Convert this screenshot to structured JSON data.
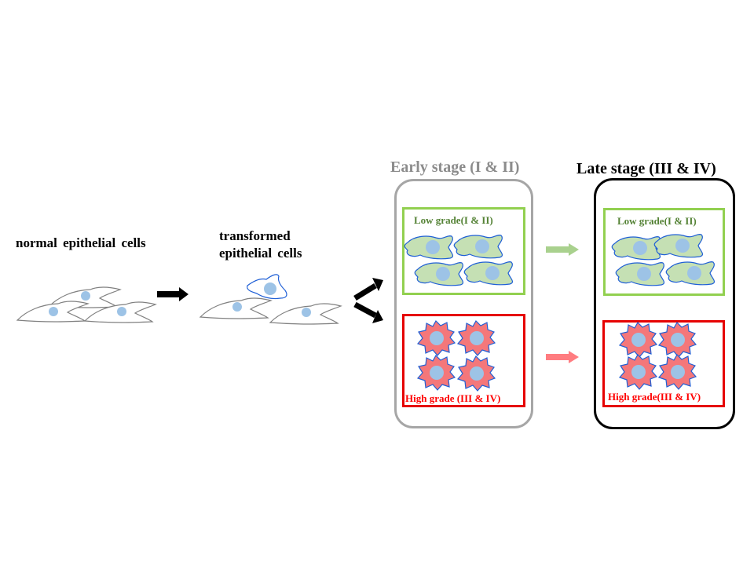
{
  "labels": {
    "normal": "normal  epithelial  cells",
    "transformed_line1": "transformed",
    "transformed_line2": "epithelial  cells"
  },
  "early_stage": {
    "title": "Early stage (I & II)",
    "low_grade": "Low grade(I  & II)",
    "high_grade": "High grade (III & IV)"
  },
  "late_stage": {
    "title": "Late stage (III & IV)",
    "low_grade": "Low grade(I  & II)",
    "high_grade": "High grade(III & IV)"
  },
  "colors": {
    "cell_outline": "#808080",
    "cell_blue_outline": "#1f5fd6",
    "nucleus": "#9dc3e6",
    "low_grade_fill": "#c5e0b4",
    "high_grade_fill": "#f4777a",
    "green": "#92d050",
    "red": "#e60000",
    "arrow_green": "#a9d18e",
    "arrow_red": "#ff7c80"
  }
}
